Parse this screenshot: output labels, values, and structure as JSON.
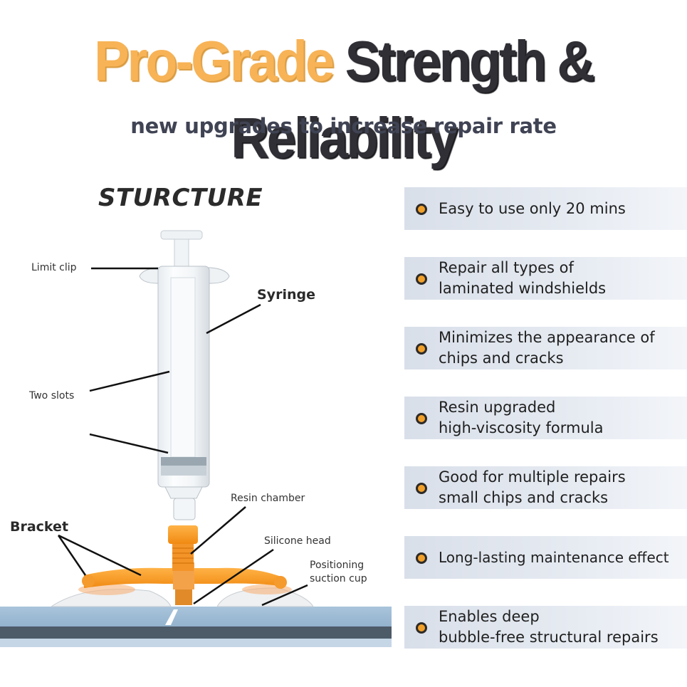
{
  "header": {
    "title_accent": "Pro-Grade",
    "title_rest": "Strength & Reliability",
    "subtitle": "new upgrades to increase repair rate"
  },
  "structure": {
    "title": "STURCTURE",
    "labels": {
      "limit_clip": "Limit clip",
      "syringe": "Syringe",
      "two_slots": "Two slots",
      "resin_chamber": "Resin chamber",
      "bracket": "Bracket",
      "silicone_head": "Silicone head",
      "positioning_line1": "Positioning",
      "positioning_line2": "suction cup"
    }
  },
  "features": [
    {
      "text": "Easy to use only 20 mins"
    },
    {
      "text": "Repair all types of\nlaminated windshields"
    },
    {
      "text": "Minimizes the appearance of\nchips and cracks"
    },
    {
      "text": "Resin upgraded\nhigh-viscosity formula"
    },
    {
      "text": "Good for multiple repairs\nsmall chips and cracks"
    },
    {
      "text": "Long-lasting maintenance effect"
    },
    {
      "text": "Enables deep\nbubble-free structural repairs"
    }
  ],
  "colors": {
    "accent": "#f7b356",
    "dark": "#2f2f35",
    "bullet": "#f1a02a",
    "bracket_orange": "#f7931e",
    "panel": "#dde3ec"
  }
}
